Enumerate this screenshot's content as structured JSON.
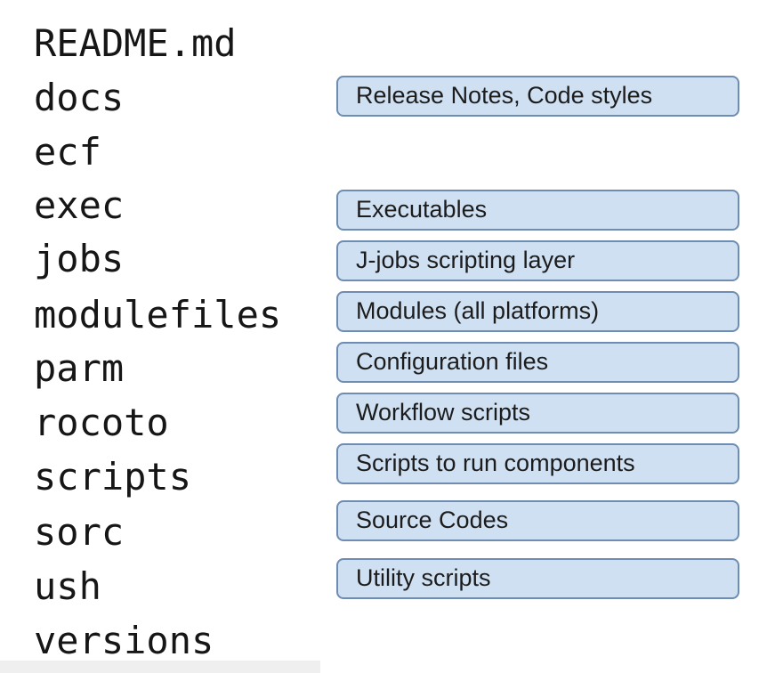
{
  "directories": [
    "README.md",
    "docs",
    "ecf",
    "exec",
    "jobs",
    "modulefiles",
    "parm",
    "rocoto",
    "scripts",
    "sorc",
    "ush",
    "versions"
  ],
  "descriptions": {
    "docs": "Release Notes, Code styles",
    "exec": "Executables",
    "jobs": "J-jobs scripting layer",
    "modulefiles": "Modules (all platforms)",
    "parm": "Configuration files",
    "rocoto": "Workflow scripts",
    "scripts": "Scripts to run components",
    "sorc": "Source Codes",
    "ush": "Utility scripts"
  },
  "colors": {
    "box_fill": "#cfe0f2",
    "box_border": "#6f8db3",
    "text": "#161616"
  }
}
